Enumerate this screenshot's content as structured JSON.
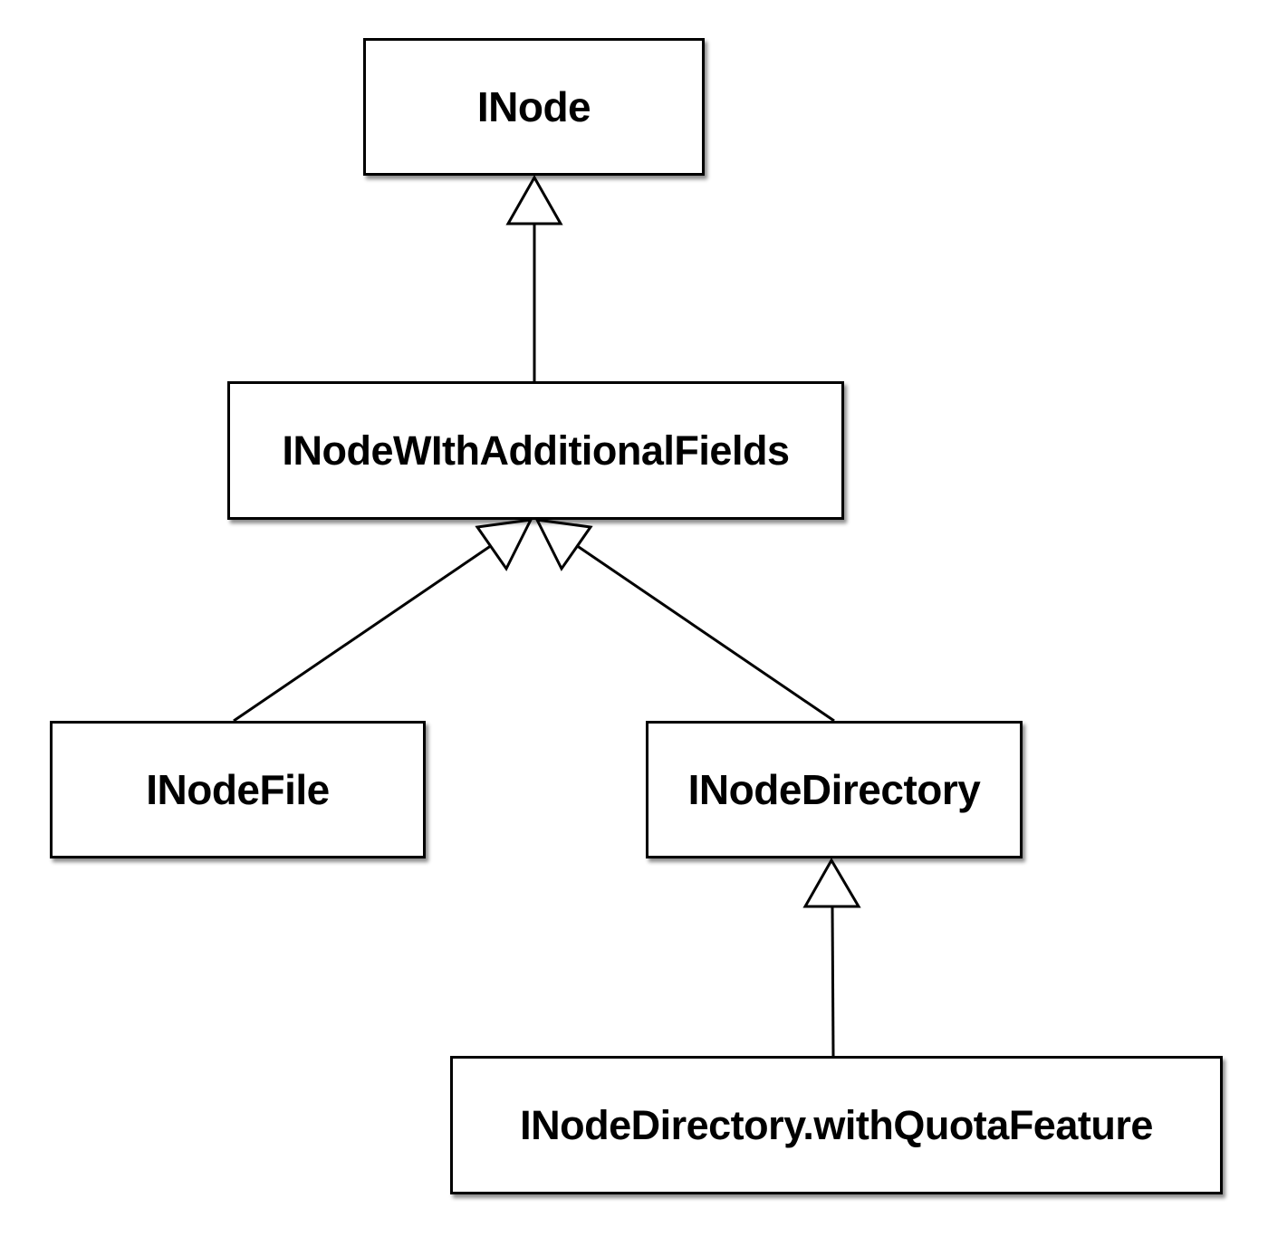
{
  "diagram": {
    "classes": {
      "inode": "INode",
      "inode_with_fields": "INodeWIthAdditionalFields",
      "inode_file": "INodeFile",
      "inode_directory": "INodeDirectory",
      "inode_quota": "INodeDirectory.withQuotaFeature"
    },
    "relations": [
      {
        "from": "INodeWIthAdditionalFields",
        "to": "INode",
        "type": "inheritance"
      },
      {
        "from": "INodeFile",
        "to": "INodeWIthAdditionalFields",
        "type": "inheritance"
      },
      {
        "from": "INodeDirectory",
        "to": "INodeWIthAdditionalFields",
        "type": "inheritance"
      },
      {
        "from": "INodeDirectory.withQuotaFeature",
        "to": "INodeDirectory",
        "type": "inheritance"
      }
    ],
    "colors": {
      "stroke": "#000000",
      "fill": "#ffffff"
    }
  }
}
